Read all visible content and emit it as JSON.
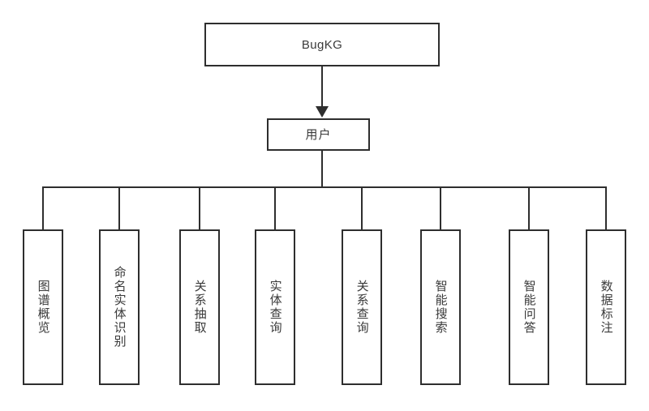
{
  "diagram": {
    "title": "BugKG",
    "type": "tree-hierarchy",
    "root": {
      "label": "BugKG"
    },
    "actor": {
      "label": "用户"
    },
    "functions": [
      {
        "label": "图谱概览"
      },
      {
        "label": "命名实体识别"
      },
      {
        "label": "关系抽取"
      },
      {
        "label": "实体查询"
      },
      {
        "label": "关系查询"
      },
      {
        "label": "智能搜索"
      },
      {
        "label": "智能问答"
      },
      {
        "label": "数据标注"
      }
    ],
    "colors": {
      "stroke": "#2e2e2e",
      "text": "#3a3a3a",
      "background": "#ffffff"
    }
  }
}
